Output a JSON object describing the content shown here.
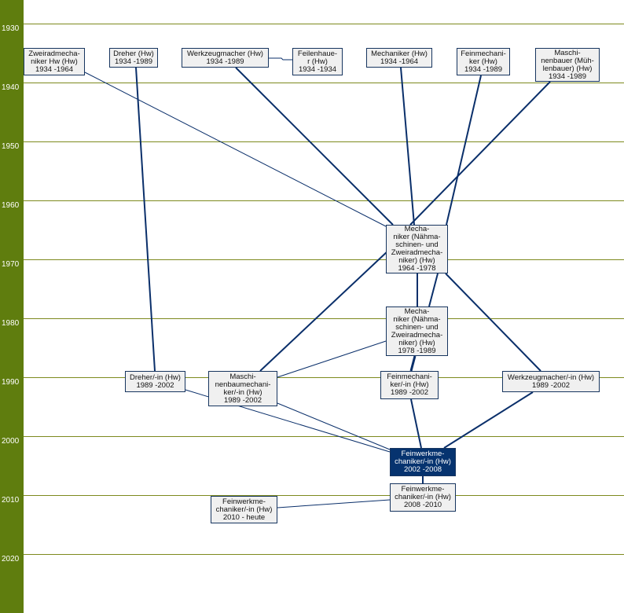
{
  "colors": {
    "timeline": "#5f7d0e",
    "line": "#0a2f6a",
    "current": "#06336f"
  },
  "years": [
    "1930",
    "1940",
    "1950",
    "1960",
    "1970",
    "1980",
    "1990",
    "2000",
    "2010",
    "2020"
  ],
  "nodes": [
    {
      "label": "Zweiradmecha-\nniker Hw (Hw)\n1934 -1964"
    },
    {
      "label": "Dreher (Hw)\n1934 -1989"
    },
    {
      "label": "Werkzeugmacher (Hw)\n1934 -1989"
    },
    {
      "label": "Feilenhaue-\nr (Hw)\n1934 -1934"
    },
    {
      "label": "Mechaniker (Hw)\n1934 -1964"
    },
    {
      "label": "Feinmechani-\nker (Hw)\n1934 -1989"
    },
    {
      "label": "Maschi-\nnenbauer (Müh-\nlenbauer) (Hw)\n1934 -1989"
    },
    {
      "label": "Mecha-\nniker (Nähma-\nschinen- und\nZweiradmecha-\nniker) (Hw)\n1964 -1978"
    },
    {
      "label": "Mecha-\nniker (Nähma-\nschinen- und\nZweiradmecha-\nniker) (Hw)\n1978 -1989"
    },
    {
      "label": "Dreher/-in (Hw)\n1989 -2002"
    },
    {
      "label": "Maschi-\nnenbaumechani-\nker/-in (Hw)\n1989 -2002"
    },
    {
      "label": "Feinmechani-\nker/-in (Hw)\n1989 -2002"
    },
    {
      "label": "Werkzeugmacher/-in (Hw)\n1989 -2002"
    },
    {
      "label": "Feinwerkme-\nchaniker/-in (Hw)\n2002 -2008"
    },
    {
      "label": "Feinwerkme-\nchaniker/-in (Hw)\n2008 -2010"
    },
    {
      "label": "Feinwerkme-\nchaniker/-in (Hw)\n2010 - heute"
    }
  ]
}
